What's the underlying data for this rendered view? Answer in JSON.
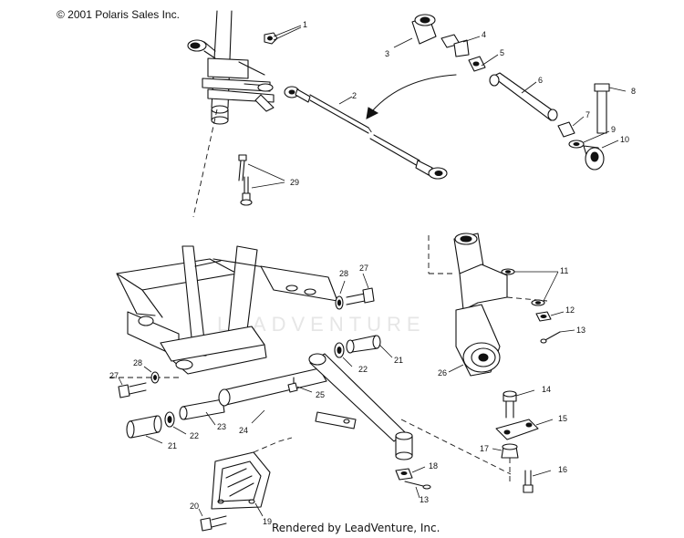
{
  "copyright": "© 2001 Polaris Sales Inc.",
  "credit": "Rendered by LeadVenture, Inc.",
  "watermark": "LEADVENTURE",
  "callouts": {
    "c1": "1",
    "c2": "2",
    "c3": "3",
    "c4": "4",
    "c5": "5",
    "c6": "6",
    "c7": "7",
    "c8": "8",
    "c9": "9",
    "c10": "10",
    "c11": "11",
    "c12": "12",
    "c13a": "13",
    "c13b": "13",
    "c14": "14",
    "c15": "15",
    "c16": "16",
    "c17": "17",
    "c18": "18",
    "c19": "19",
    "c20": "20",
    "c21a": "21",
    "c21b": "21",
    "c22a": "22",
    "c22b": "22",
    "c23": "23",
    "c24": "24",
    "c25": "25",
    "c26": "26",
    "c27a": "27",
    "c27b": "27",
    "c28a": "28",
    "c28b": "28",
    "c29": "29"
  }
}
